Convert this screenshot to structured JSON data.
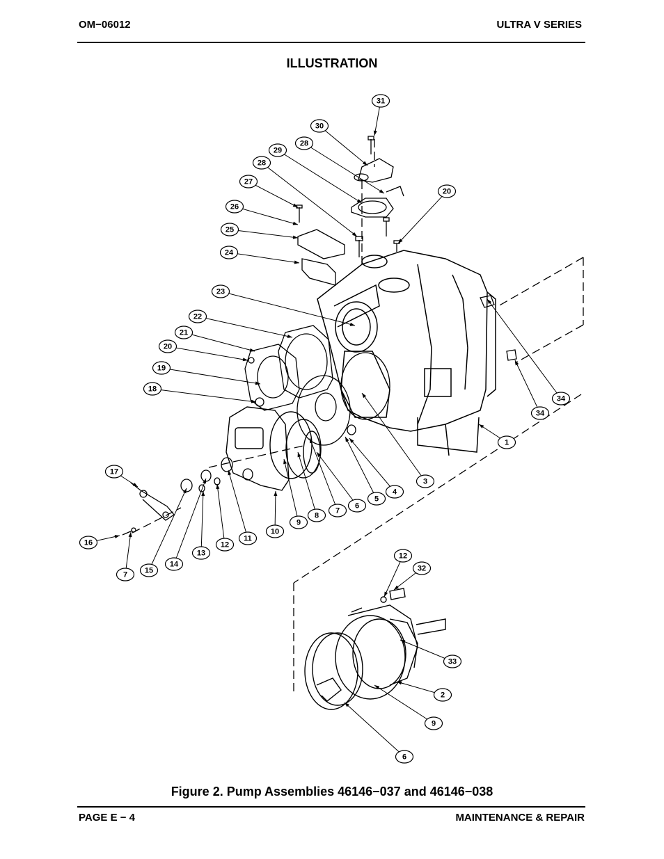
{
  "header": {
    "doc_number": "OM−06012",
    "series": "ULTRA V SERIES"
  },
  "section_title": "ILLUSTRATION",
  "figure_caption": "Figure 2. Pump Assemblies 46146−037 and 46146−038",
  "footer": {
    "page": "PAGE E − 4",
    "section": "MAINTENANCE & REPAIR"
  },
  "callouts": [
    {
      "label": "31"
    },
    {
      "label": "30"
    },
    {
      "label": "28"
    },
    {
      "label": "29"
    },
    {
      "label": "28"
    },
    {
      "label": "20"
    },
    {
      "label": "27"
    },
    {
      "label": "26"
    },
    {
      "label": "25"
    },
    {
      "label": "24"
    },
    {
      "label": "23"
    },
    {
      "label": "22"
    },
    {
      "label": "21"
    },
    {
      "label": "20"
    },
    {
      "label": "19"
    },
    {
      "label": "18"
    },
    {
      "label": "17"
    },
    {
      "label": "16"
    },
    {
      "label": "7"
    },
    {
      "label": "15"
    },
    {
      "label": "14"
    },
    {
      "label": "13"
    },
    {
      "label": "12"
    },
    {
      "label": "11"
    },
    {
      "label": "10"
    },
    {
      "label": "9"
    },
    {
      "label": "8"
    },
    {
      "label": "7"
    },
    {
      "label": "6"
    },
    {
      "label": "5"
    },
    {
      "label": "4"
    },
    {
      "label": "3"
    },
    {
      "label": "1"
    },
    {
      "label": "34"
    },
    {
      "label": "34"
    },
    {
      "label": "12"
    },
    {
      "label": "32"
    },
    {
      "label": "33"
    },
    {
      "label": "2"
    },
    {
      "label": "9"
    },
    {
      "label": "6"
    }
  ]
}
